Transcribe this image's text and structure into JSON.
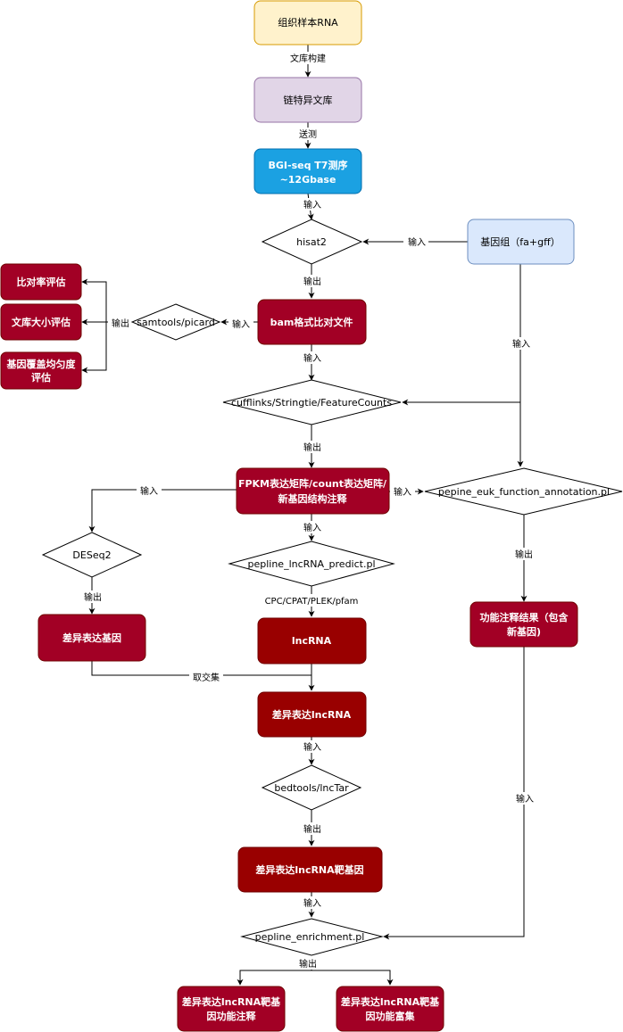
{
  "colors": {
    "dark_red": "#A20025",
    "dark_red_stroke": "#6F0000",
    "maroon": "#990000",
    "blue": "#1BA1E2",
    "blue_stroke": "#006EAF",
    "yellow_fill": "#FFF2CC",
    "orange_stroke": "#D79B00",
    "purple_fill": "#E1D5E7",
    "purple_stroke": "#9673A6",
    "light_blue_fill": "#DAE8FC",
    "light_blue_stroke": "#6C8EBF"
  },
  "nodes": {
    "tissue_rna": "组织样本RNA",
    "strand_library": "链特异文库",
    "sequencing_line1": "BGI-seq T7测序",
    "sequencing_line2": "~12Gbase",
    "hisat2": "hisat2",
    "genome": "基因组（fa+gff）",
    "bam": "bam格式比对文件",
    "samtools": "samtools/picard",
    "mapping_rate": "比对率评估",
    "library_size": "文库大小评估",
    "coverage_line1": "基因覆盖均匀度",
    "coverage_line2": "评估",
    "cufflinks": "cufflinks/Stringtie/FeatureCounts",
    "fpkm_line1": "FPKM表达矩阵/count表达矩阵/",
    "fpkm_line2": "新基因结构注释",
    "pepine_annotation": "pepine_euk_function_annotation.pl",
    "deseq2": "DESeq2",
    "lncrna_predict": "pepline_lncRNA_predict.pl",
    "deg": "差异表达基因",
    "lncrna": "lncRNA",
    "annotation_result_line1": "功能注释结果（包含",
    "annotation_result_line2": "新基因)",
    "de_lncrna": "差异表达lncRNA",
    "bedtools": "bedtools/lncTar",
    "de_lncrna_target": "差异表达lncRNA靶基因",
    "enrichment": "pepline_enrichment.pl",
    "func_annot_line1": "差异表达lncRNA靶基",
    "func_annot_line2": "因功能注释",
    "func_enrich_line1": "差异表达lncRNA靶基",
    "func_enrich_line2": "因功能富集"
  },
  "edge_labels": {
    "library_build": "文库构建",
    "send_test": "送测",
    "input": "输入",
    "output": "输出",
    "tools": "CPC/CPAT/PLEK/pfam",
    "intersect": "取交集"
  }
}
